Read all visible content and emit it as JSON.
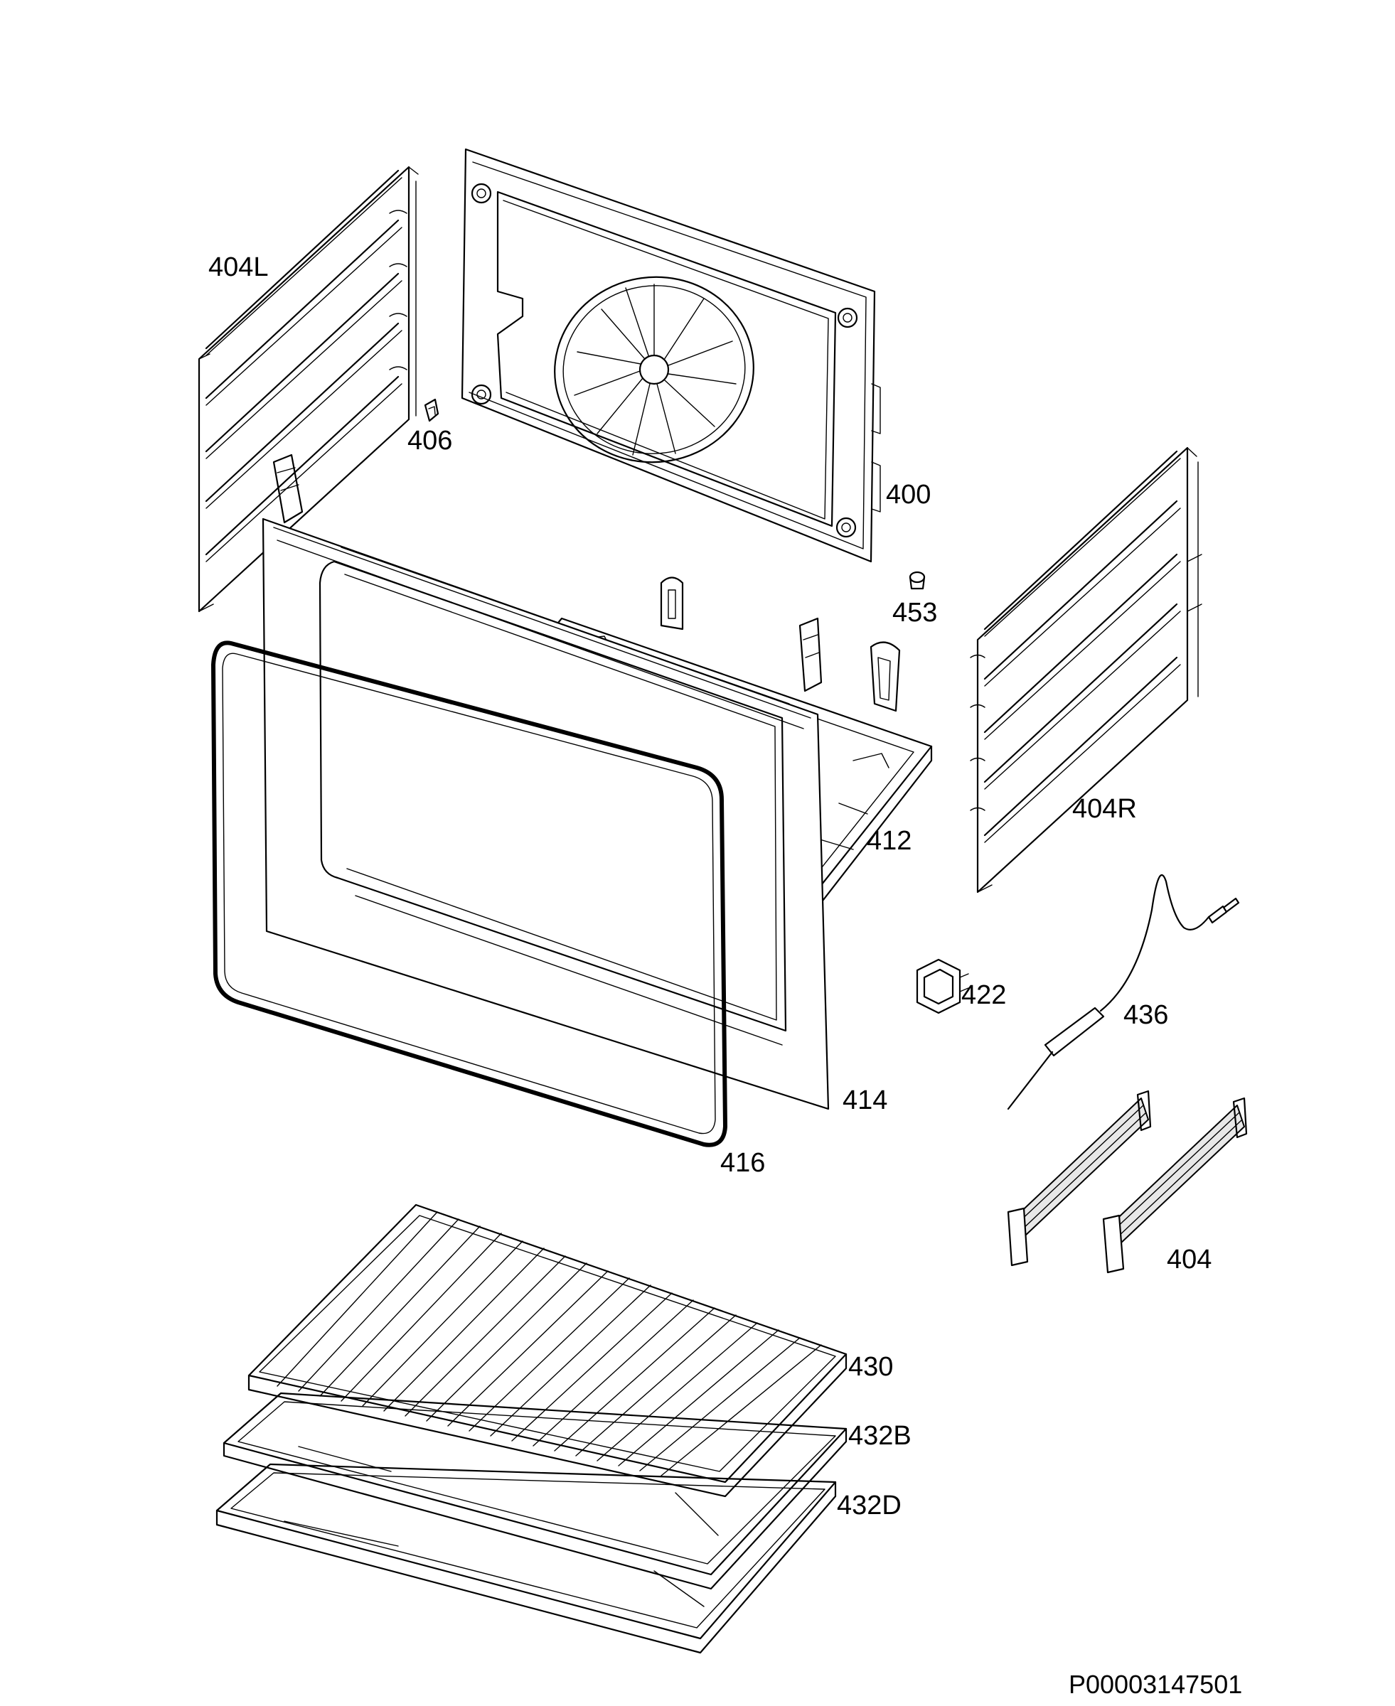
{
  "labels": {
    "l404L": "404L",
    "l406": "406",
    "l400": "400",
    "l453": "453",
    "l404R": "404R",
    "l412": "412",
    "l422": "422",
    "l436": "436",
    "l414": "414",
    "l416": "416",
    "l404": "404",
    "l430": "430",
    "l432B": "432B",
    "l432D": "432D"
  },
  "document_code": "P00003147501"
}
